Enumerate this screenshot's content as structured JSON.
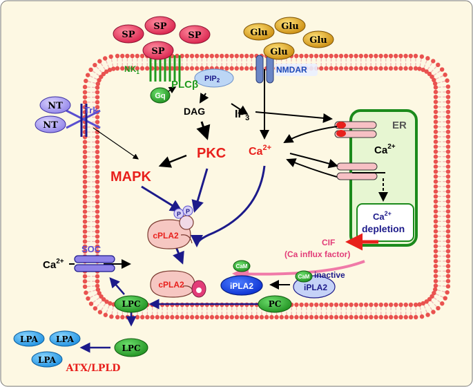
{
  "colors": {
    "background": "#fdf8e3",
    "membrane_head": "#e9524f",
    "membrane_tail": "#f2b9b6",
    "red_text": "#e8201c",
    "navy": "#1c1a8a",
    "green": "#2aa52a",
    "dark_green": "#1f6f1f",
    "er_fill": "#e7f6d2"
  },
  "labels": {
    "sp": "SP",
    "glu": "Glu",
    "nk1": "NK",
    "nk1_sub": "1",
    "nmdar": "NMDAR",
    "gq": "Gq",
    "plcb": "PLCβ",
    "pip2": "PIP",
    "pip2_sub": "2",
    "nt": "NT",
    "trk": "Trk",
    "dag": "DAG",
    "ip3": "IP",
    "ip3_sub": "3",
    "pkc": "PKC",
    "mapk": "MAPK",
    "ca_main": "Ca",
    "ca_main_sup": "2+",
    "er": "ER",
    "er_ca": "Ca",
    "er_ca_sup": "2+",
    "depletion_ca": "Ca",
    "depletion_ca_sup": "2+",
    "depletion": "depletion",
    "p": "P",
    "cpla2_upper": "cPLA2",
    "cpla2_lower": "cPLA2",
    "cif": "CIF",
    "cif_full": "(Ca influx factor)",
    "soc": "SOC",
    "ca_out": "Ca",
    "ca_out_sup": "2+",
    "cam": "CaM",
    "inactive": "inactive",
    "ipla2_active": "iPLA2",
    "ipla2_inactive": "iPLA2",
    "lpc_inner": "LPC",
    "lpc_outer": "LPC",
    "pc": "PC",
    "lpa": "LPA",
    "atx": "ATX/LPLD"
  }
}
